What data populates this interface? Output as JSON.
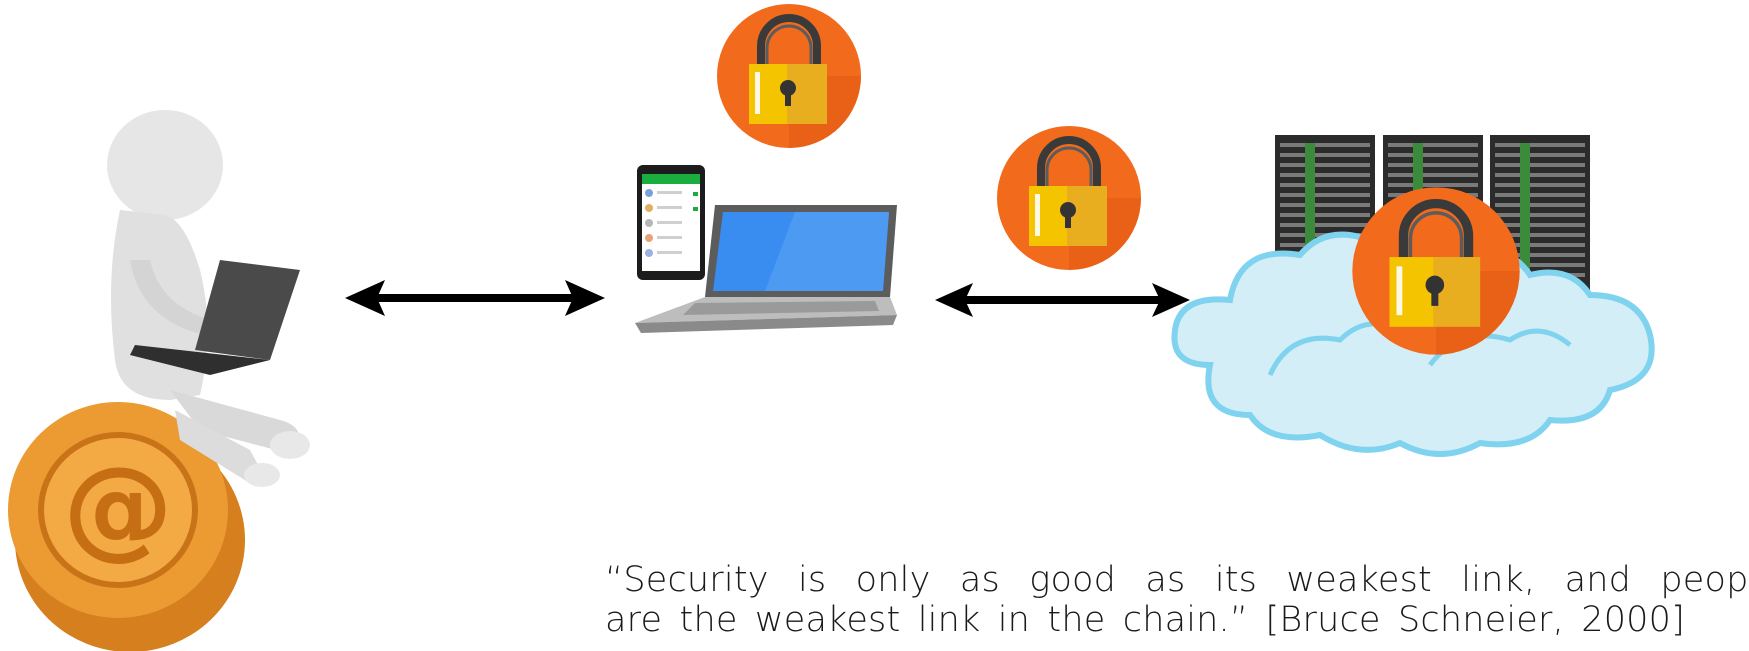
{
  "quote": {
    "line1": "“Security is only as good as its weakest link, and peop",
    "line2": "are the weakest link in the chain.” [Bruce Schneier, 2000]"
  },
  "colors": {
    "lock_badge": "#F26A1B",
    "lock_body": "#F5B800",
    "cloud_fill": "#D4EEF8",
    "cloud_stroke": "#7FD3EE",
    "at_symbol": "#E8962E",
    "laptop_screen": "#3A8DF0",
    "phone_header": "#1AAE3E",
    "arrow": "#000000"
  },
  "icons": {
    "person": "person-with-laptop-on-at-sign",
    "device": "laptop-and-smartphone",
    "lock": "padlock-badge",
    "server": "server-rack-in-cloud",
    "arrow": "double-headed-arrow"
  }
}
